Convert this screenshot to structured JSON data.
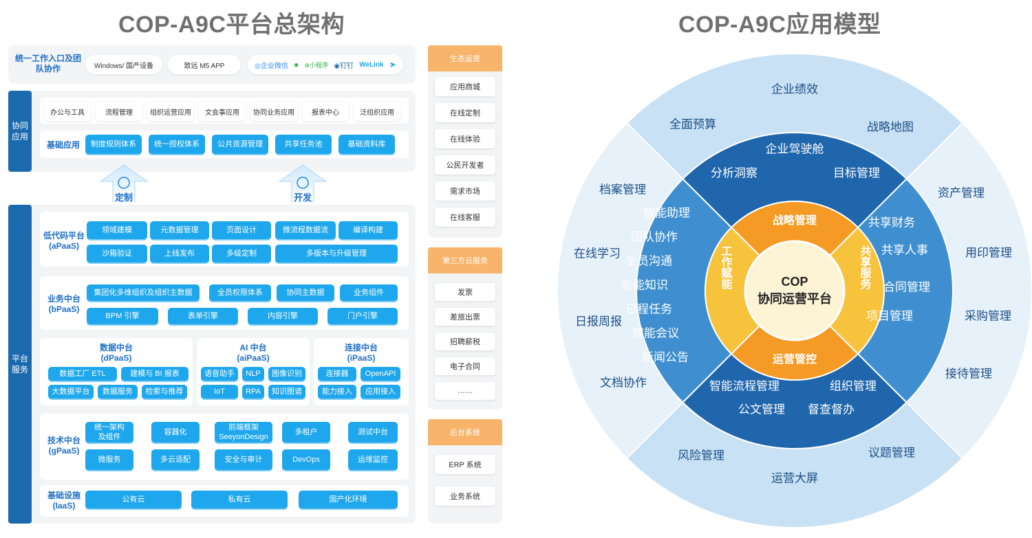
{
  "left": {
    "title": "COP-A9C平台总架构",
    "entry": {
      "label": "统一工作入口及团队协作",
      "items": [
        "Windows/ 国产设备",
        "致远 M5 APP"
      ],
      "partners": [
        "企业微信",
        "小程序",
        "钉钉",
        "WeLink"
      ]
    },
    "collab": {
      "side": "协同应用",
      "apps": [
        "办公与工具",
        "流程管理",
        "组织运营应用",
        "文会事应用",
        "协同业务应用",
        "报表中心",
        "泛组织应用"
      ],
      "basic_label": "基础应用",
      "basic": [
        "制度规则体系",
        "统一授权体系",
        "公共资源管理",
        "共享任务池",
        "基础资料库"
      ]
    },
    "arrows": [
      "定制",
      "开发"
    ],
    "platform": {
      "side": "平台服务",
      "lowcode_label": "低代码平台\n(aPaaS)",
      "lowcode_row1": [
        "领域建模",
        "元数据管理",
        "页面设计",
        "微流程数据流",
        "编译构建"
      ],
      "lowcode_row2": [
        "沙箱验证",
        "上线发布",
        "多级定制",
        "多版本与升级管理"
      ],
      "biz_label": "业务中台\n(bPaaS)",
      "biz_row1": [
        "集团化多维组织及组织主数据",
        "全员权限体系",
        "协同主数据",
        "业务组件"
      ],
      "biz_row2": [
        "BPM 引擎",
        "表单引擎",
        "内容引擎",
        "门户引擎"
      ],
      "data_title": "数据中台\n(dPaaS)",
      "data_items": [
        "数据工厂 ETL",
        "建模与 BI 报表",
        "大数据平台",
        "数据服务",
        "检索与推荐"
      ],
      "ai_title": "AI 中台\n(aiPaaS)",
      "ai_items": [
        "语音助手",
        "NLP",
        "图像识别",
        "IoT",
        "RPA",
        "知识图谱"
      ],
      "conn_title": "连接中台\n(iPaaS)",
      "conn_items": [
        "连接器",
        "OpenAPI",
        "能力接入",
        "应用接入"
      ],
      "tech_label": "技术中台\n(gPaaS)",
      "tech_row1": [
        "统一架构\n及组件",
        "容器化",
        "前端框架\nSeeyonDesign",
        "多租户",
        "测试中台"
      ],
      "tech_row2": [
        "微服务",
        "多云适配",
        "安全与审计",
        "DevOps",
        "运维监控"
      ],
      "infra_label": "基础设施\n(IaaS)",
      "infra": [
        "公有云",
        "私有云",
        "国产化环境"
      ]
    },
    "right_col": {
      "eco_title": "生态运营",
      "eco": [
        "应用商城",
        "在线定制",
        "在线体验",
        "公民开发者",
        "需求市场",
        "在线客服"
      ],
      "third_title": "第三方云服务",
      "third": [
        "发票",
        "差旅出票",
        "招聘薪税",
        "电子合同",
        "……"
      ],
      "back_title": "后台系统",
      "back": [
        "ERP 系统",
        "业务系统"
      ]
    }
  },
  "right": {
    "title": "COP-A9C应用模型",
    "center": [
      "COP",
      "协同运营平台"
    ],
    "quadrants": [
      "战略管理",
      "共享服务",
      "运营管控",
      "工作赋能"
    ],
    "ring2_top": [
      "企业驾驶舱",
      "分析洞察",
      "目标管理"
    ],
    "ring2_right": [
      "共享财务",
      "共享人事",
      "合同管理",
      "项目管理"
    ],
    "ring2_bottom": [
      "智能流程管理",
      "组织管理",
      "公文管理",
      "督查督办"
    ],
    "ring2_left": [
      "智能助理",
      "团队协作",
      "全员沟通",
      "智能知识",
      "日程任务",
      "智能会议",
      "新闻公告"
    ],
    "outer_top": [
      "企业绩效",
      "全面预算",
      "战略地图"
    ],
    "outer_right": [
      "资产管理",
      "用印管理",
      "采购管理",
      "接待管理"
    ],
    "outer_bottom": [
      "风险管理",
      "议题管理",
      "运营大屏"
    ],
    "outer_left": [
      "档案管理",
      "在线学习",
      "日报周报",
      "文档协作"
    ],
    "colors": {
      "outer_light": "#e6f1fa",
      "outer_band": "#c9e1f4",
      "ring_dark": "#1f66ad",
      "ring_mid": "#3f8fd0",
      "orange": "#f59a24",
      "yellow": "#f7c33c",
      "core": "#fdf4d6"
    }
  }
}
